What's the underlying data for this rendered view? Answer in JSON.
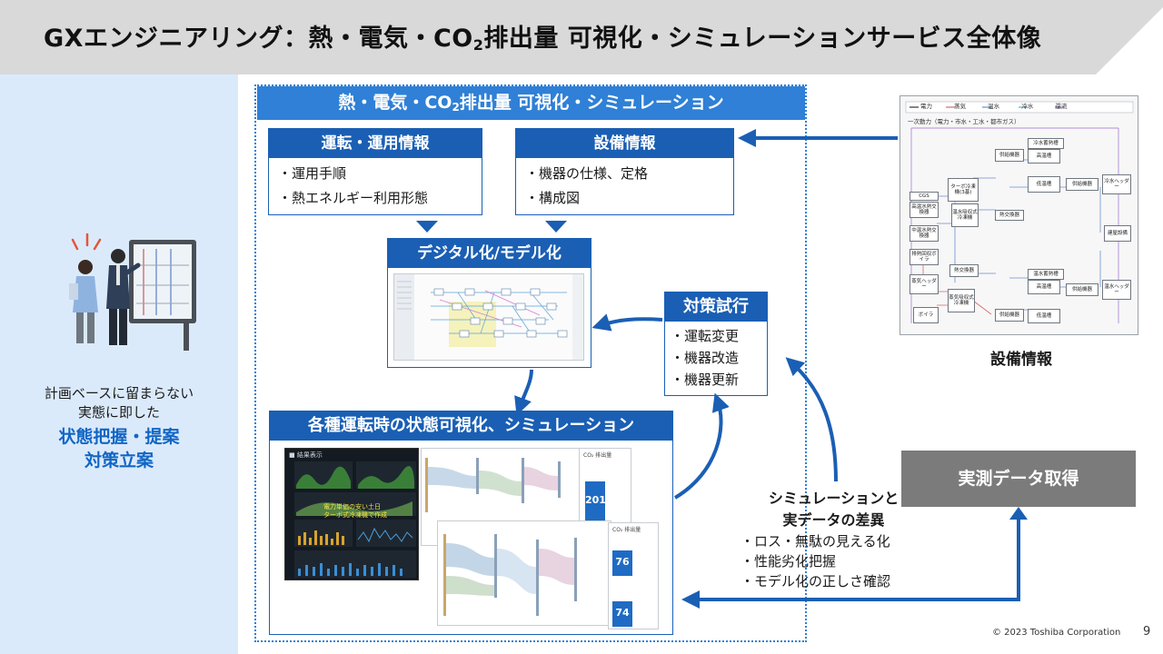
{
  "slide": {
    "title_main": "GXエンジニアリング：熱・電気・CO",
    "title_sub": "2",
    "title_tail": "排出量 可視化・シミュレーションサービス全体像",
    "page_number": "9",
    "copyright": "© 2023 Toshiba Corporation"
  },
  "left_panel": {
    "lines": [
      "計画ベースに留まらない",
      "実態に即した"
    ],
    "strong": [
      "状態把握・提案",
      "対策立案"
    ]
  },
  "main": {
    "header_main": "熱・電気・CO",
    "header_sub": "2",
    "header_tail": "排出量 可視化・シミュレーション",
    "operation": {
      "title": "運転・運用情報",
      "items": [
        "運用手順",
        "熱エネルギー利用形態"
      ]
    },
    "equipment": {
      "title": "設備情報",
      "items": [
        "機器の仕様、定格",
        "構成図"
      ]
    },
    "digital": {
      "title": "デジタル化/モデル化"
    },
    "countermeasure": {
      "title": "対策試行",
      "items": [
        "運転変更",
        "機器改造",
        "機器更新"
      ]
    },
    "visualize": {
      "title": "各種運転時の状態可視化、シミュレーション",
      "dashboard_title": "■ 結果表示",
      "dashboard_notes": [
        "電力単価の安い土日",
        "ターボ式冷凍機で作成"
      ],
      "co2_title": "CO₂ 排出量",
      "co2_values": [
        "201",
        "76",
        "74"
      ]
    }
  },
  "right": {
    "equipment_label": "設備情報",
    "legend": [
      "電力",
      "蒸気",
      "温水",
      "冷水",
      "還流"
    ],
    "legend_note": "一次動力（電力・市水・工水・都市ガス）",
    "diagram_boxes": [
      "CGS",
      "高温水熱交換器",
      "中温水熱交換器",
      "排熱回収ボイラ",
      "蒸気ヘッダー",
      "ボイラ",
      "ターボ冷凍機(3基)",
      "温水吸収式冷凍機",
      "蒸気吸収式冷凍機",
      "熱交換器",
      "熱交換器",
      "供給機器",
      "冷水蓄熱槽",
      "高温槽",
      "低温槽",
      "供給機器",
      "冷水ヘッダー",
      "建屋設備",
      "温水蓄熱槽",
      "高温槽",
      "低温槽",
      "供給機器",
      "温水ヘッダー",
      "供給機器"
    ],
    "measure": "実測データ取得",
    "diff_title": [
      "シミュレーションと",
      "実データの差異"
    ],
    "diff_items": [
      "ロス・無駄の見える化",
      "性能劣化把握",
      "モデル化の正しさ確認"
    ]
  },
  "colors": {
    "accent_blue": "#1a5fb4",
    "header_blue": "#2f80d6",
    "title_bar_gray": "#d9d9d9",
    "left_panel_bg": "#dbeafb",
    "measure_gray": "#7b7b7b",
    "emphasis_text": "#1266c4"
  }
}
